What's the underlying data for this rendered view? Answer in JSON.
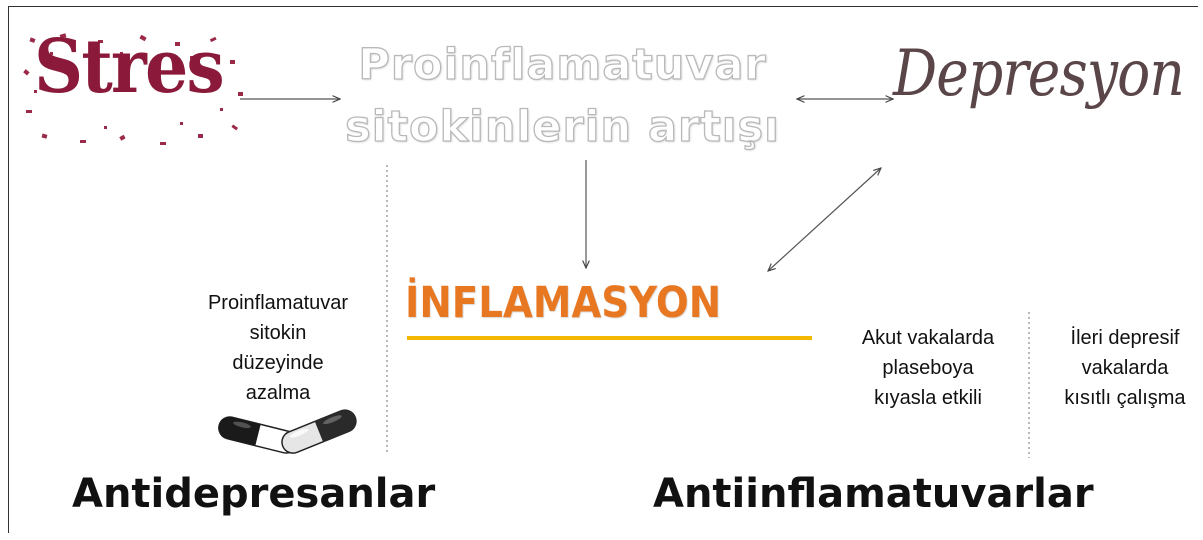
{
  "nodes": {
    "stres": "Stres",
    "cytokine_line1": "Proinflamatuvar",
    "cytokine_line2": "sitokinlerin artışı",
    "depresyon": "Depresyon",
    "inflamasyon": "İNFLAMASYON"
  },
  "notes": {
    "left": [
      "Proinflamatuvar",
      "sitokin",
      "düzeyinde",
      "azalma"
    ],
    "middle": [
      "Akut vakalarda",
      "plaseboya",
      "kıyasla etkili"
    ],
    "right": [
      "İleri depresif",
      "vakalarda",
      "kısıtlı çalışma"
    ]
  },
  "categories": {
    "left": "Antidepresanlar",
    "right": "Antiinflamatuvarlar"
  },
  "colors": {
    "stres": "#8b1a3a",
    "depresyon": "#5a4548",
    "inflamasyon": "#e87722",
    "underline": "#f5b800"
  },
  "icons": [
    "pill-capsules-icon"
  ]
}
